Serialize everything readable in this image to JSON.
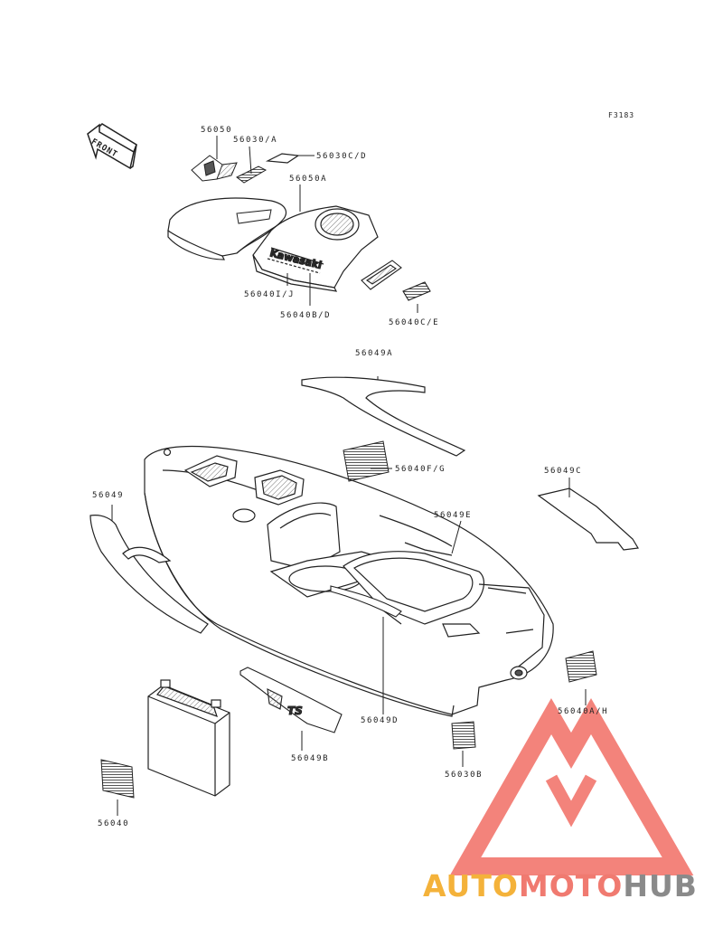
{
  "figure_code": "F3183",
  "front_label": "FRONT",
  "part_labels": [
    "56050",
    "56030/A",
    "56030C/D",
    "56050A",
    "56040I/J",
    "56040B/D",
    "56040C/E",
    "56049A",
    "56040F/G",
    "56049C",
    "56049",
    "56049E",
    "56040A/H",
    "56049D",
    "56049B",
    "56030B",
    "56040"
  ],
  "watermark": {
    "part1": "AUTO",
    "part2": "MOTO",
    "part3": "HUB",
    "colors": {
      "auto": "#f4b23a",
      "moto": "#f07a70",
      "hub": "#8a8a8a",
      "logo": "#f05a50"
    }
  },
  "colors": {
    "line": "#222222",
    "hatch": "#555555",
    "background": "#ffffff"
  }
}
